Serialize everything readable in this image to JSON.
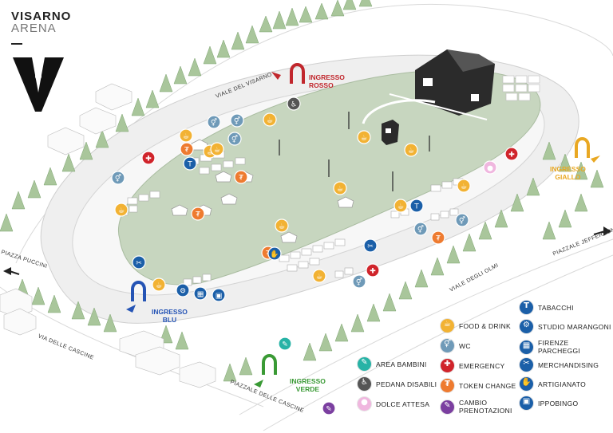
{
  "brand": {
    "line1": "VISARNO",
    "line2": "ARENA"
  },
  "colors": {
    "field": "#c7d6bf",
    "track": "#ededed",
    "tree": "#a9c69b",
    "tree_dark": "#7da470",
    "food": "#f2b233",
    "wc": "#6f9ab8",
    "emergency": "#d0242b",
    "token": "#ee7b30",
    "blue": "#1b5fa8",
    "teal": "#27b3a6",
    "purple": "#7b3fa0",
    "pink": "#f0b7df",
    "dark": "#555555",
    "red_entrance": "#c1272d",
    "yellow_entrance": "#e9a823",
    "blue_entrance": "#2554b5",
    "green_entrance": "#3a9a35"
  },
  "entrances": {
    "rosso": {
      "line1": "INGRESSO",
      "line2": "ROSSO"
    },
    "giallo": {
      "line1": "INGRESSO",
      "line2": "GIALLO"
    },
    "blu": {
      "line1": "INGRESSO",
      "line2": "BLU"
    },
    "verde": {
      "line1": "INGRESSO",
      "line2": "VERDE"
    }
  },
  "streets": {
    "viale_visarno": "Viale del Visarno",
    "piazza_puccini": "Piazza Puccini",
    "via_cascine": "Via delle Cascine",
    "piazzale_cascine": "Piazzale delle Cascine",
    "viale_olmi": "Viale degli Olmi",
    "piazzale_jefferson": "Piazzale Jefferson"
  },
  "legend_left": [
    {
      "icon": "area-bambini-icon",
      "color": "#27b3a6",
      "glyph": "✎",
      "label": "Area Bambini"
    },
    {
      "icon": "pedana-disabili-icon",
      "color": "#555555",
      "glyph": "♿",
      "label": "Pedana Disabili"
    },
    {
      "icon": "dolce-attesa-icon",
      "color": "#f0b7df",
      "glyph": "●",
      "label": "Dolce Attesa"
    }
  ],
  "legend_middle": [
    {
      "icon": "food-drink-icon",
      "color": "#f2b233",
      "glyph": "☕",
      "label": "Food & Drink"
    },
    {
      "icon": "wc-icon",
      "color": "#6f9ab8",
      "glyph": "⚥",
      "label": "WC"
    },
    {
      "icon": "emergency-icon",
      "color": "#d0242b",
      "glyph": "✚",
      "label": "Emergency"
    },
    {
      "icon": "token-change-icon",
      "color": "#ee7b30",
      "glyph": "₮",
      "label": "Token Change"
    },
    {
      "icon": "cambio-prenotazioni-icon",
      "color": "#7b3fa0",
      "glyph": "✎",
      "label": "Cambio\nPrenotazioni"
    }
  ],
  "legend_right": [
    {
      "icon": "tabacchi-icon",
      "color": "#1b5fa8",
      "glyph": "T",
      "label": "Tabacchi"
    },
    {
      "icon": "studio-marangoni-icon",
      "color": "#1b5fa8",
      "glyph": "⚙",
      "label": "Studio Marangoni"
    },
    {
      "icon": "firenze-parcheggi-icon",
      "color": "#1b5fa8",
      "glyph": "▦",
      "label": "Firenze Parcheggi"
    },
    {
      "icon": "merchandising-icon",
      "color": "#1b5fa8",
      "glyph": "✂",
      "label": "Merchandising"
    },
    {
      "icon": "artigianato-icon",
      "color": "#1b5fa8",
      "glyph": "✋",
      "label": "Artigianato"
    },
    {
      "icon": "ippobingo-icon",
      "color": "#1b5fa8",
      "glyph": "▣",
      "label": "IppoBingo"
    }
  ]
}
